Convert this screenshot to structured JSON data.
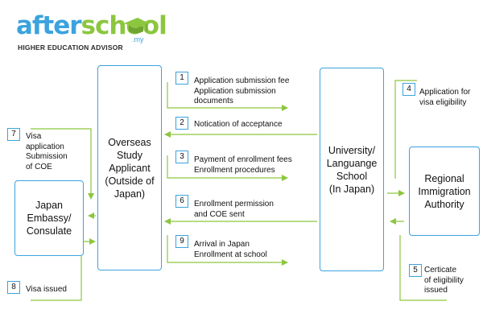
{
  "logo": {
    "word_part1": "after",
    "word_part2": "sch",
    "word_part3": "l",
    "tagline": "HIGHER EDUCATION ADVISOR",
    "domain_suffix": ".my"
  },
  "boxes": {
    "applicant": "Overseas\nStudy\nApplicant\n(Outside of\nJapan)",
    "school": "University/\nLanguange\nSchool\n(In Japan)",
    "embassy": "Japan\nEmbassy/\nConsulate",
    "immigration": "Regional\nImmigration\nAuthority"
  },
  "steps": [
    {
      "num": "1",
      "label": "Application submission fee\nApplication submission\ndocuments"
    },
    {
      "num": "2",
      "label": "Notication of acceptance"
    },
    {
      "num": "3",
      "label": "Payment of enrollment fees\nEnrollment procedures"
    },
    {
      "num": "4",
      "label": "Application for\nvisa eligibility"
    },
    {
      "num": "5",
      "label": "Certicate\nof eligibility\nissued"
    },
    {
      "num": "6",
      "label": "Enrollment permission\nand COE sent"
    },
    {
      "num": "7",
      "label": "Visa\napplication\nSubmission\nof COE"
    },
    {
      "num": "8",
      "label": "Visa issued"
    },
    {
      "num": "9",
      "label": "Arrival in Japan\nEnrollment at school"
    }
  ],
  "colors": {
    "box_border": "#3ba3de",
    "arrow": "#8cc63f",
    "brand_blue": "#3ba3de",
    "brand_green": "#8cc63f"
  }
}
